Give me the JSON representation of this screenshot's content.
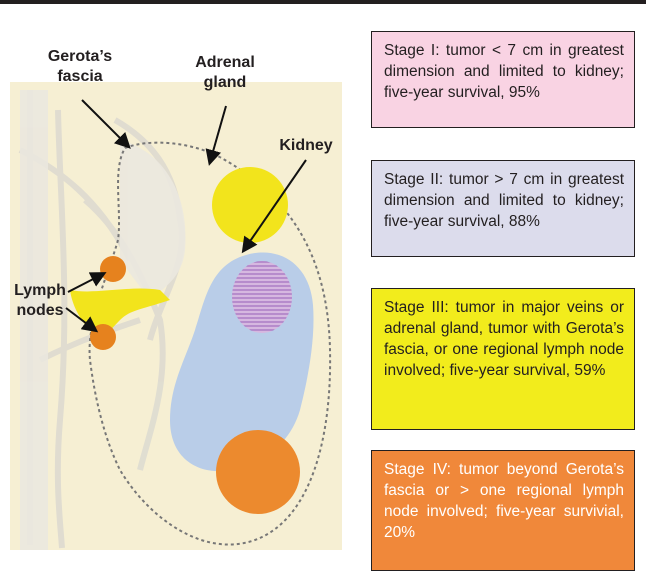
{
  "labels": {
    "gerotas_fascia": "Gerota’s\nfascia",
    "adrenal_gland": "Adrenal\ngland",
    "kidney": "Kidney",
    "lymph_nodes": "Lymph\nnodes"
  },
  "stages": [
    {
      "text": "Stage I: tumor < 7 cm in greatest dimension and limited to kidney; five-year survival, 95%",
      "color": "#f9d3e3"
    },
    {
      "text": "Stage II: tumor > 7 cm in greatest dimension and limited to kidney; five-year survival, 88%",
      "color": "#dcdcec"
    },
    {
      "text": "Stage III: tumor in major veins or adrenal gland, tumor with Gerota’s fascia, or one regional lymph node involved; five-year survival, 59%",
      "color": "#f2ec1c"
    },
    {
      "text": "Stage IV: tumor beyond Gerota’s fascia or > one regional lymph node involved; five-year survivial, 20%",
      "color": "#f0883a"
    }
  ],
  "colors": {
    "background_panel": "#f5eed0",
    "kidney": "#b9cde8",
    "adrenal": "#f1e31f",
    "tumor_iv": "#ec8a2e",
    "lymph_node": "#e6821e",
    "vessel": "#f1e31f",
    "hatched_tumor": "#c8a4d8"
  }
}
